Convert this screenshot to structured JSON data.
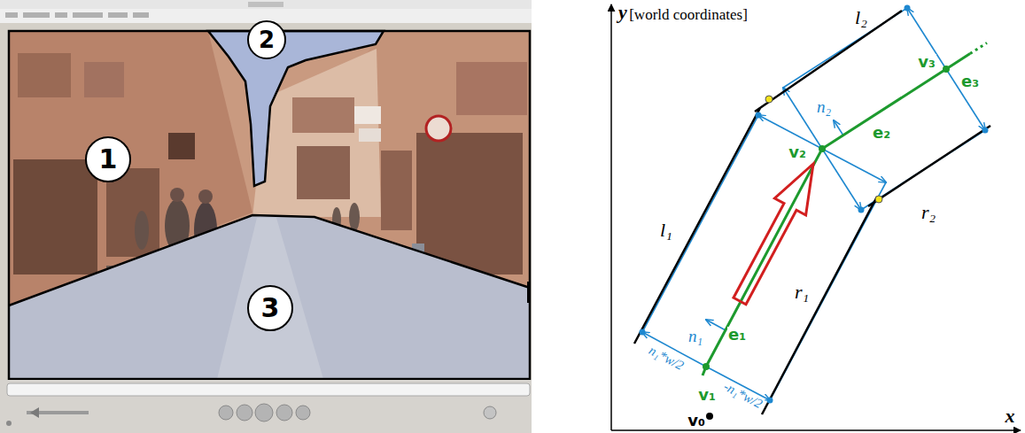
{
  "diagram": {
    "nodes": [
      {
        "text": [
          "1"
        ]
      },
      {
        "text": [
          "2"
        ]
      },
      {
        "text": [
          "3"
        ]
      }
    ],
    "labels": [
      "y",
      "[world coordinates]",
      "x",
      "l₂",
      "l₁",
      "r₁",
      "r₂",
      "v₀",
      "v₁",
      "v₂",
      "v₃",
      "e₁",
      "e₂",
      "e₃",
      "n₁",
      "n₂",
      "n₁*w/2",
      "-n₁*w/2"
    ]
  }
}
